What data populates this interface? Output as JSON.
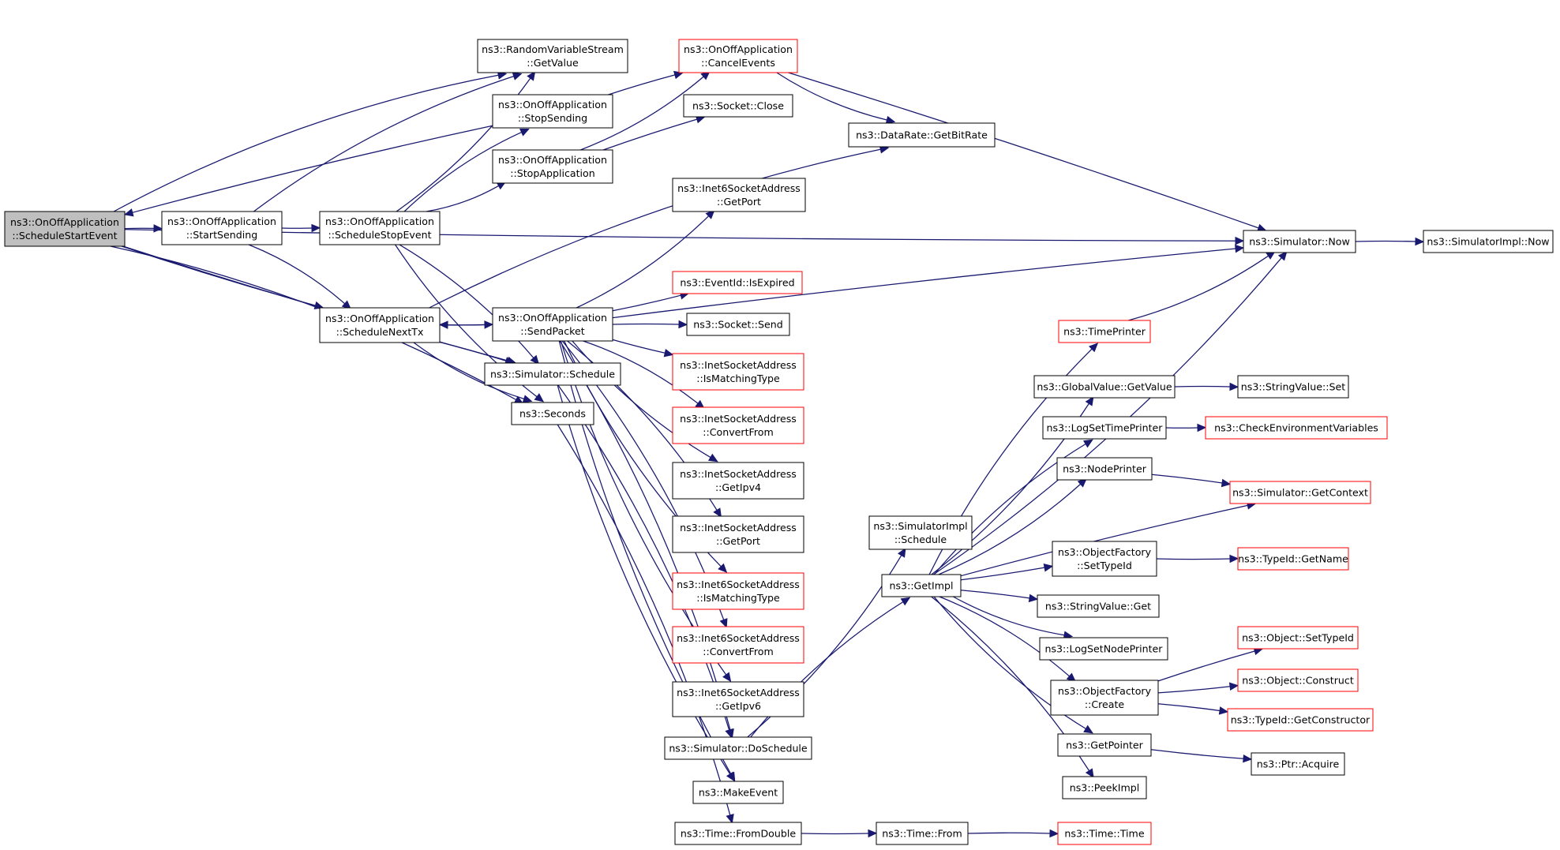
{
  "diagram": {
    "colors": {
      "edge": "#191970",
      "default_border": "#000000",
      "truncated_border": "#ff0000",
      "focus_fill": "#bfbfbf",
      "node_fill": "#ffffff"
    },
    "nodes": [
      {
        "id": "n1",
        "lines": [
          "ns3::OnOffApplication",
          "::ScheduleStartEvent"
        ],
        "style": "focus"
      },
      {
        "id": "n2",
        "lines": [
          "ns3::RandomVariableStream",
          "::GetValue"
        ],
        "style": "normal"
      },
      {
        "id": "n3",
        "lines": [
          "ns3::OnOffApplication",
          "::CancelEvents"
        ],
        "style": "truncated"
      },
      {
        "id": "n4",
        "lines": [
          "ns3::OnOffApplication",
          "::StopSending"
        ],
        "style": "normal"
      },
      {
        "id": "n5",
        "lines": [
          "ns3::Socket::Close"
        ],
        "style": "normal"
      },
      {
        "id": "n6",
        "lines": [
          "ns3::DataRate::GetBitRate"
        ],
        "style": "normal"
      },
      {
        "id": "n7",
        "lines": [
          "ns3::OnOffApplication",
          "::StopApplication"
        ],
        "style": "normal"
      },
      {
        "id": "n8",
        "lines": [
          "ns3::OnOffApplication",
          "::StartSending"
        ],
        "style": "normal"
      },
      {
        "id": "n9",
        "lines": [
          "ns3::OnOffApplication",
          "::ScheduleStopEvent"
        ],
        "style": "normal"
      },
      {
        "id": "n10",
        "lines": [
          "ns3::Inet6SocketAddress",
          "::GetPort"
        ],
        "style": "normal"
      },
      {
        "id": "n11",
        "lines": [
          "ns3::Simulator::Now"
        ],
        "style": "normal"
      },
      {
        "id": "n12",
        "lines": [
          "ns3::SimulatorImpl::Now"
        ],
        "style": "normal"
      },
      {
        "id": "n13",
        "lines": [
          "ns3::EventId::IsExpired"
        ],
        "style": "truncated"
      },
      {
        "id": "n14",
        "lines": [
          "ns3::OnOffApplication",
          "::ScheduleNextTx"
        ],
        "style": "normal"
      },
      {
        "id": "n15",
        "lines": [
          "ns3::OnOffApplication",
          "::SendPacket"
        ],
        "style": "normal"
      },
      {
        "id": "n16",
        "lines": [
          "ns3::Socket::Send"
        ],
        "style": "normal"
      },
      {
        "id": "n17",
        "lines": [
          "ns3::TimePrinter"
        ],
        "style": "truncated"
      },
      {
        "id": "n18",
        "lines": [
          "ns3::Simulator::Schedule"
        ],
        "style": "normal"
      },
      {
        "id": "n19",
        "lines": [
          "ns3::InetSocketAddress",
          "::IsMatchingType"
        ],
        "style": "truncated"
      },
      {
        "id": "n20",
        "lines": [
          "ns3::GlobalValue::GetValue"
        ],
        "style": "normal"
      },
      {
        "id": "n21",
        "lines": [
          "ns3::StringValue::Set"
        ],
        "style": "normal"
      },
      {
        "id": "n22",
        "lines": [
          "ns3::Seconds"
        ],
        "style": "normal"
      },
      {
        "id": "n23",
        "lines": [
          "ns3::InetSocketAddress",
          "::ConvertFrom"
        ],
        "style": "truncated"
      },
      {
        "id": "n24",
        "lines": [
          "ns3::LogSetTimePrinter"
        ],
        "style": "normal"
      },
      {
        "id": "n25",
        "lines": [
          "ns3::CheckEnvironmentVariables"
        ],
        "style": "truncated"
      },
      {
        "id": "n26",
        "lines": [
          "ns3::NodePrinter"
        ],
        "style": "normal"
      },
      {
        "id": "n27",
        "lines": [
          "ns3::InetSocketAddress",
          "::GetIpv4"
        ],
        "style": "normal"
      },
      {
        "id": "n28",
        "lines": [
          "ns3::Simulator::GetContext"
        ],
        "style": "truncated"
      },
      {
        "id": "n29",
        "lines": [
          "ns3::SimulatorImpl",
          "::Schedule"
        ],
        "style": "normal"
      },
      {
        "id": "n30",
        "lines": [
          "ns3::InetSocketAddress",
          "::GetPort"
        ],
        "style": "normal"
      },
      {
        "id": "n31",
        "lines": [
          "ns3::ObjectFactory",
          "::SetTypeId"
        ],
        "style": "normal"
      },
      {
        "id": "n32",
        "lines": [
          "ns3::GetImpl"
        ],
        "style": "normal"
      },
      {
        "id": "n33",
        "lines": [
          "ns3::TypeId::GetName"
        ],
        "style": "truncated"
      },
      {
        "id": "n34",
        "lines": [
          "ns3::Inet6SocketAddress",
          "::IsMatchingType"
        ],
        "style": "truncated"
      },
      {
        "id": "n35",
        "lines": [
          "ns3::StringValue::Get"
        ],
        "style": "normal"
      },
      {
        "id": "n36",
        "lines": [
          "ns3::Object::SetTypeId"
        ],
        "style": "truncated"
      },
      {
        "id": "n37",
        "lines": [
          "ns3::Inet6SocketAddress",
          "::ConvertFrom"
        ],
        "style": "truncated"
      },
      {
        "id": "n38",
        "lines": [
          "ns3::LogSetNodePrinter"
        ],
        "style": "normal"
      },
      {
        "id": "n39",
        "lines": [
          "ns3::ObjectFactory",
          "::Create"
        ],
        "style": "normal"
      },
      {
        "id": "n40",
        "lines": [
          "ns3::Object::Construct"
        ],
        "style": "truncated"
      },
      {
        "id": "n41",
        "lines": [
          "ns3::Inet6SocketAddress",
          "::GetIpv6"
        ],
        "style": "normal"
      },
      {
        "id": "n42",
        "lines": [
          "ns3::TypeId::GetConstructor"
        ],
        "style": "truncated"
      },
      {
        "id": "n43",
        "lines": [
          "ns3::Simulator::DoSchedule"
        ],
        "style": "normal"
      },
      {
        "id": "n44",
        "lines": [
          "ns3::GetPointer"
        ],
        "style": "normal"
      },
      {
        "id": "n45",
        "lines": [
          "ns3::Ptr::Acquire"
        ],
        "style": "normal"
      },
      {
        "id": "n46",
        "lines": [
          "ns3::MakeEvent"
        ],
        "style": "normal"
      },
      {
        "id": "n47",
        "lines": [
          "ns3::PeekImpl"
        ],
        "style": "normal"
      },
      {
        "id": "n48",
        "lines": [
          "ns3::Time::FromDouble"
        ],
        "style": "normal"
      },
      {
        "id": "n49",
        "lines": [
          "ns3::Time::From"
        ],
        "style": "normal"
      },
      {
        "id": "n50",
        "lines": [
          "ns3::Time::Time"
        ],
        "style": "truncated"
      }
    ],
    "edges": [
      [
        "n1",
        "n2"
      ],
      [
        "n1",
        "n11"
      ],
      [
        "n1",
        "n8"
      ],
      [
        "n1",
        "n18"
      ],
      [
        "n1",
        "n22"
      ],
      [
        "n1",
        "n14"
      ],
      [
        "n8",
        "n2"
      ],
      [
        "n8",
        "n9"
      ],
      [
        "n8",
        "n14"
      ],
      [
        "n4",
        "n1"
      ],
      [
        "n4",
        "n3"
      ],
      [
        "n3",
        "n6"
      ],
      [
        "n3",
        "n11"
      ],
      [
        "n7",
        "n3"
      ],
      [
        "n7",
        "n5"
      ],
      [
        "n9",
        "n2"
      ],
      [
        "n9",
        "n4"
      ],
      [
        "n9",
        "n7"
      ],
      [
        "n9",
        "n18"
      ],
      [
        "n9",
        "n22"
      ],
      [
        "n14",
        "n6"
      ],
      [
        "n14",
        "n15"
      ],
      [
        "n14",
        "n18"
      ],
      [
        "n14",
        "n22"
      ],
      [
        "n15",
        "n14"
      ],
      [
        "n15",
        "n10"
      ],
      [
        "n15",
        "n11"
      ],
      [
        "n15",
        "n13"
      ],
      [
        "n15",
        "n16"
      ],
      [
        "n15",
        "n19"
      ],
      [
        "n15",
        "n23"
      ],
      [
        "n15",
        "n27"
      ],
      [
        "n15",
        "n30"
      ],
      [
        "n15",
        "n34"
      ],
      [
        "n15",
        "n37"
      ],
      [
        "n15",
        "n41"
      ],
      [
        "n15",
        "n43"
      ],
      [
        "n15",
        "n46"
      ],
      [
        "n18",
        "n43"
      ],
      [
        "n18",
        "n46"
      ],
      [
        "n22",
        "n48"
      ],
      [
        "n43",
        "n29"
      ],
      [
        "n43",
        "n32"
      ],
      [
        "n32",
        "n11"
      ],
      [
        "n32",
        "n17"
      ],
      [
        "n32",
        "n20"
      ],
      [
        "n32",
        "n24"
      ],
      [
        "n32",
        "n26"
      ],
      [
        "n32",
        "n28"
      ],
      [
        "n32",
        "n31"
      ],
      [
        "n32",
        "n35"
      ],
      [
        "n32",
        "n38"
      ],
      [
        "n32",
        "n39"
      ],
      [
        "n32",
        "n44"
      ],
      [
        "n32",
        "n47"
      ],
      [
        "n17",
        "n11"
      ],
      [
        "n20",
        "n21"
      ],
      [
        "n24",
        "n25"
      ],
      [
        "n26",
        "n28"
      ],
      [
        "n31",
        "n33"
      ],
      [
        "n39",
        "n36"
      ],
      [
        "n39",
        "n40"
      ],
      [
        "n39",
        "n42"
      ],
      [
        "n44",
        "n45"
      ],
      [
        "n11",
        "n12"
      ],
      [
        "n48",
        "n49"
      ],
      [
        "n49",
        "n50"
      ]
    ]
  }
}
